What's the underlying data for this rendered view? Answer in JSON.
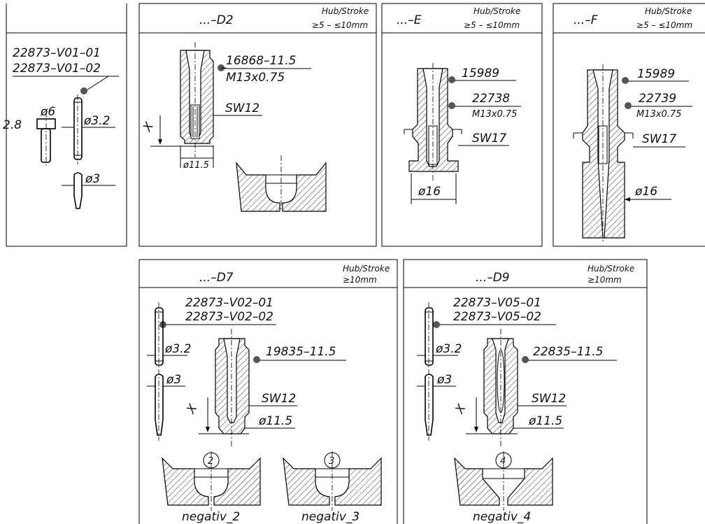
{
  "hub_label": "Hub/Stroke",
  "panels": {
    "pins": {
      "labels": [
        "22873–V01–01",
        "22873–V01–02"
      ],
      "dims": {
        "head_dia": "ø6",
        "head_len": "2.8",
        "pin_dia": "ø3.2",
        "pin_tip": "ø3"
      }
    },
    "d2": {
      "title": "...–D2",
      "stroke": "≥5 – ≤10mm",
      "part": "16868–11.5",
      "thread": "M13x0.75",
      "sw": "SW12",
      "dia": "ø11.5",
      "x": "X"
    },
    "e": {
      "title": "...–E",
      "stroke": "≥5 – ≤10mm",
      "part1": "15989",
      "part2": "22738",
      "thread": "M13x0.75",
      "sw": "SW17",
      "dia": "ø16"
    },
    "f": {
      "title": "...–F",
      "stroke": "≥5 – ≤10mm",
      "part1": "15989",
      "part2": "22739",
      "thread": "M13x0.75",
      "sw": "SW17",
      "dia": "ø16"
    },
    "d7": {
      "title": "...–D7",
      "stroke": "≥10mm",
      "pins": [
        "22873–V02–01",
        "22873–V02–02"
      ],
      "part": "19835–11.5",
      "sw": "SW12",
      "dia": "ø11.5",
      "pin_dia": "ø3.2",
      "pin_tip": "ø3",
      "x": "X",
      "neg": [
        {
          "num": "2",
          "label": "negativ_2"
        },
        {
          "num": "3",
          "label": "negativ_3"
        }
      ]
    },
    "d9": {
      "title": "...–D9",
      "stroke": "≥10mm",
      "pins": [
        "22873–V05–01",
        "22873–V05–02"
      ],
      "part": "22835–11.5",
      "sw": "SW12",
      "dia": "ø11.5",
      "pin_dia": "ø3.2",
      "pin_tip": "ø3",
      "x": "X",
      "neg": [
        {
          "num": "4",
          "label": "negativ_4"
        }
      ]
    }
  }
}
